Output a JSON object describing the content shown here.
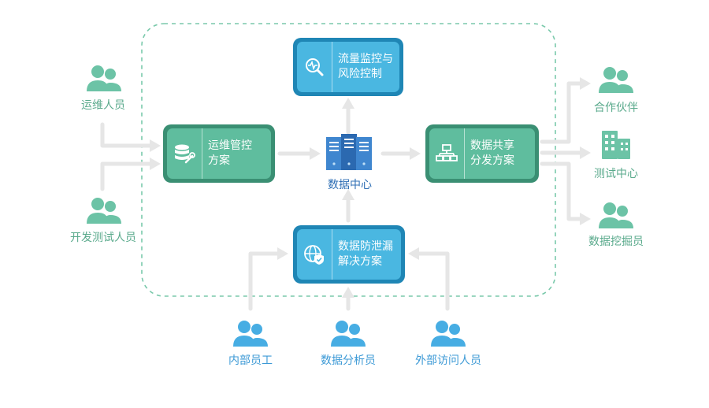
{
  "colors": {
    "green_accent": "#5fbd9e",
    "green_dark": "#3a8f73",
    "blue_accent": "#4ab7e1",
    "blue_dark": "#1f86b5",
    "people_green": "#6cc3a6",
    "people_blue": "#47ade3",
    "arrow": "#e6e6e6",
    "dashed_border": "#7ac9ab",
    "server": "#2f6fb5"
  },
  "nodes": {
    "traffic_monitor": {
      "line1": "流量监控与",
      "line2": "风险控制",
      "icon": "magnifier-pulse-icon"
    },
    "ops_control": {
      "line1": "运维管控",
      "line2": "方案",
      "icon": "database-wrench-icon"
    },
    "data_share": {
      "line1": "数据共享",
      "line2": "分发方案",
      "icon": "network-tree-icon"
    },
    "leak_prevention": {
      "line1": "数据防泄漏",
      "line2": "解决方案",
      "icon": "globe-shield-icon"
    },
    "data_center": {
      "label": "数据中心",
      "icon": "server-rack-icon"
    }
  },
  "left_actors": [
    {
      "label": "运维人员",
      "icon": "people-icon"
    },
    {
      "label": "开发测试人员",
      "icon": "people-icon"
    }
  ],
  "right_actors": [
    {
      "label": "合作伙伴",
      "icon": "people-icon"
    },
    {
      "label": "测试中心",
      "icon": "building-icon"
    },
    {
      "label": "数据挖掘员",
      "icon": "people-icon"
    }
  ],
  "bottom_actors": [
    {
      "label": "内部员工",
      "icon": "people-icon"
    },
    {
      "label": "数据分析员",
      "icon": "people-icon"
    },
    {
      "label": "外部访问人员",
      "icon": "people-icon"
    }
  ]
}
